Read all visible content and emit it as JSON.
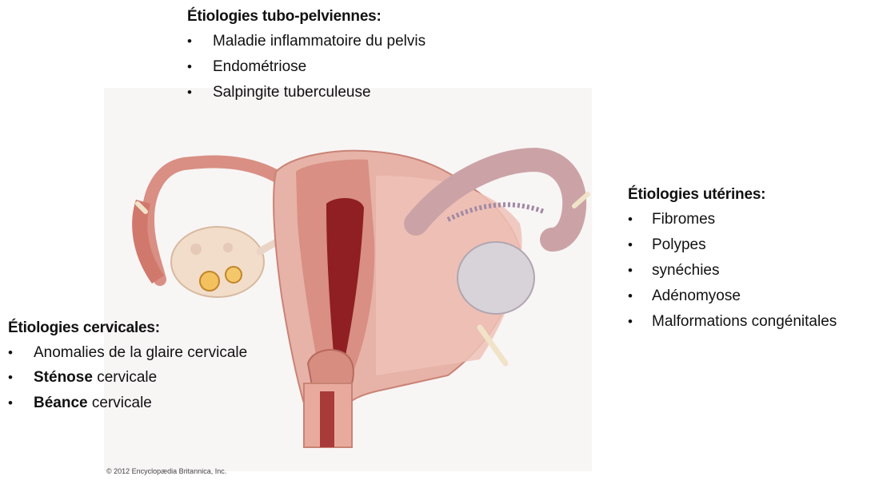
{
  "tubo": {
    "heading": "Étiologies tubo-pelviennes:",
    "items": [
      "Maladie inflammatoire du pelvis",
      "Endométriose",
      "Salpingite tuberculeuse"
    ]
  },
  "uterine": {
    "heading": "Étiologies utérines:",
    "items": [
      "Fibromes",
      "Polypes",
      "synéchies",
      "Adénomyose",
      "Malformations congénitales"
    ]
  },
  "cervical": {
    "heading": "Étiologies cervicales:",
    "items": [
      {
        "bold": "Anomalies de la glaire cervicale",
        "rest": ""
      },
      {
        "bold": "Sténose",
        "rest": " cervicale"
      },
      {
        "bold": "Béance",
        "rest": " cervicale"
      }
    ]
  },
  "credit": "© 2012 Encyclopædia Britannica, Inc.",
  "colors": {
    "tissue": "#e9b7ad",
    "tissue_dark": "#c9685c",
    "lumen": "#8f1f22",
    "ovary": "#f1ddc9",
    "background_panel": "#f2efee"
  }
}
